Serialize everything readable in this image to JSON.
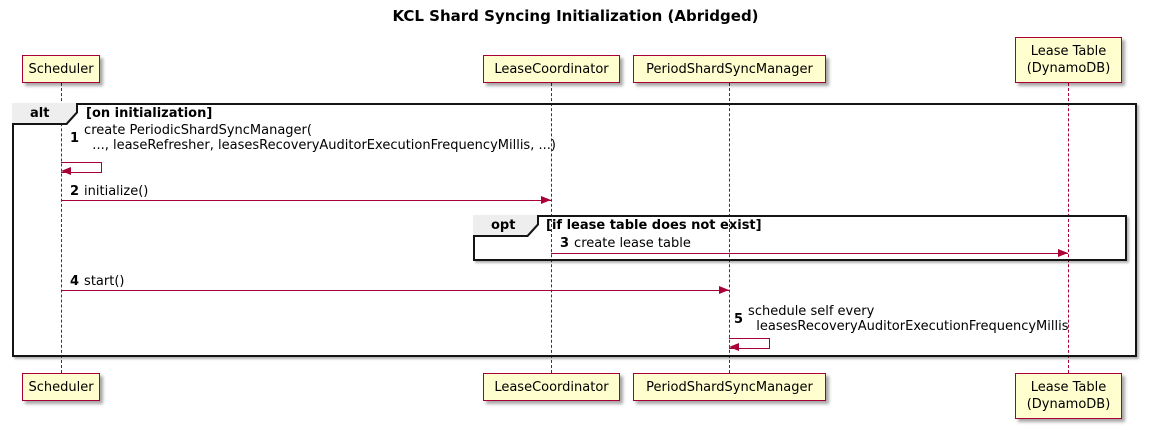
{
  "title": "KCL Shard Syncing Initialization (Abridged)",
  "colors": {
    "actor_fill": "#fefece",
    "stroke": "#a80036",
    "frame_border": "#141414",
    "frame_label_fill": "#eeeeee",
    "background": "#ffffff"
  },
  "participants": [
    {
      "name": "Scheduler"
    },
    {
      "name": "LeaseCoordinator"
    },
    {
      "name": "PeriodShardSyncManager"
    },
    {
      "name": "Lease Table\n(DynamoDB)"
    }
  ],
  "frames": {
    "alt": {
      "label": "alt",
      "guard": "[on initialization]"
    },
    "opt": {
      "label": "opt",
      "guard": "[if lease table does not exist]"
    }
  },
  "messages": [
    {
      "num": "1",
      "text": "create PeriodicShardSyncManager(\n  ..., leaseRefresher, leasesRecoveryAuditorExecutionFrequencyMillis, ...)",
      "from": "Scheduler",
      "to": "Scheduler",
      "type": "self"
    },
    {
      "num": "2",
      "text": "initialize()",
      "from": "Scheduler",
      "to": "LeaseCoordinator",
      "type": "arrow"
    },
    {
      "num": "3",
      "text": "create lease table",
      "from": "LeaseCoordinator",
      "to": "Lease Table (DynamoDB)",
      "type": "arrow"
    },
    {
      "num": "4",
      "text": "start()",
      "from": "Scheduler",
      "to": "PeriodShardSyncManager",
      "type": "arrow"
    },
    {
      "num": "5",
      "text": "schedule self every\n  leasesRecoveryAuditorExecutionFrequencyMillis",
      "from": "PeriodShardSyncManager",
      "to": "PeriodShardSyncManager",
      "type": "self"
    }
  ]
}
